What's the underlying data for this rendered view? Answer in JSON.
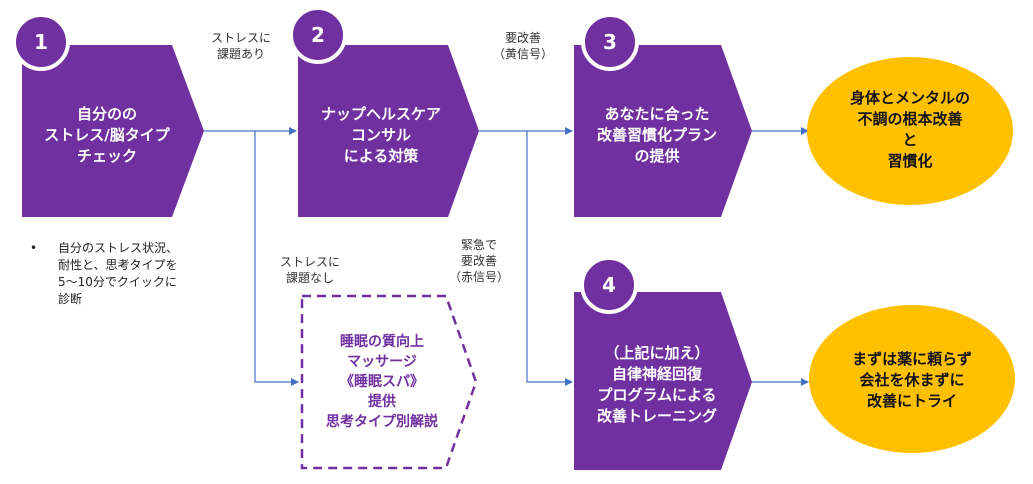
{
  "steps": [
    {
      "number": "1",
      "lines": [
        "自分のの",
        "ストレス/脳タイプ",
        "チェック"
      ]
    },
    {
      "number": "2",
      "lines": [
        "ナップヘルスケア",
        "コンサル",
        "による対策"
      ]
    },
    {
      "number": "3",
      "lines": [
        "あなたに合った",
        "改善習慣化プラン",
        "の提供"
      ]
    },
    {
      "number": "4",
      "lines": [
        "（上記に加え）",
        "自律神経回復",
        "プログラムによる",
        "改善トレーニング"
      ]
    }
  ],
  "alt_box": {
    "lines": [
      "睡眠の質向上",
      "マッサージ",
      "《睡眠スパ》",
      "提供",
      "思考タイプ別解説"
    ]
  },
  "goals": [
    {
      "lines": [
        "身体とメンタルの",
        "不調の根本改善",
        "と",
        "習慣化"
      ]
    },
    {
      "lines": [
        "まずは薬に頼らず",
        "会社を休まずに",
        "改善にトライ"
      ]
    }
  ],
  "labels": {
    "stress_yes": [
      "ストレスに",
      "課題あり"
    ],
    "stress_no": [
      "ストレスに",
      "課題なし"
    ],
    "yellow": [
      "要改善",
      "（黄信号）"
    ],
    "red": [
      "緊急で",
      "要改善",
      "（赤信号）"
    ]
  },
  "bullet": {
    "marker": "•",
    "lines": [
      "自分のストレス状況、",
      "耐性と、思考タイプを",
      "5〜10分でクイックに",
      "診断"
    ]
  },
  "colors": {
    "purple": "#7030a0",
    "gold": "#ffc000",
    "arrow": "#4472c4"
  }
}
